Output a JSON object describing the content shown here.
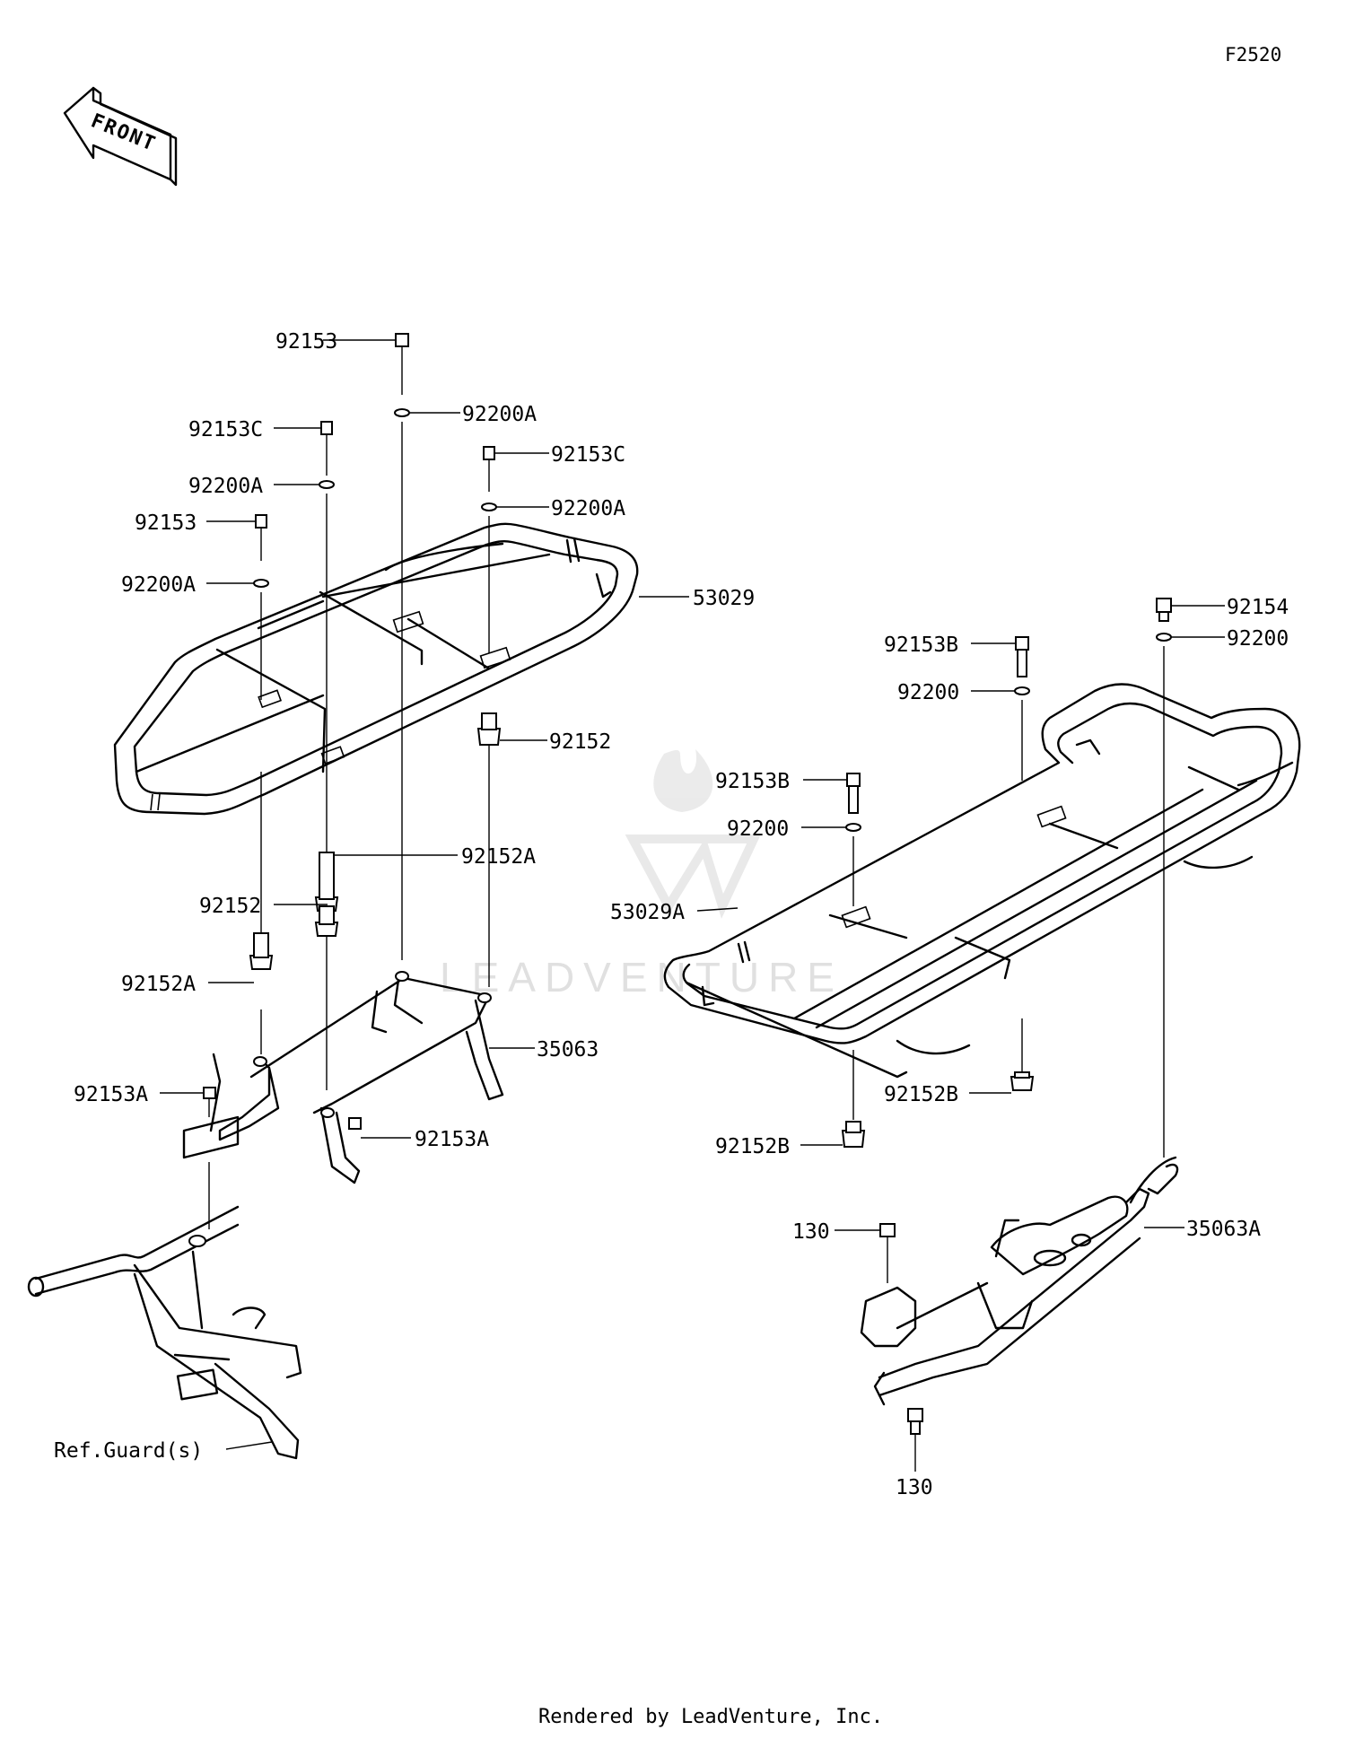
{
  "diagram_code": "F2520",
  "front_marker": "FRONT",
  "watermark": "LEADVENTURE",
  "footer": "Rendered by LeadVenture, Inc.",
  "labels": {
    "l_92153_top": "92153",
    "l_92200A_1": "92200A",
    "l_92153C_left": "92153C",
    "l_92153C_right": "92153C",
    "l_92200A_2": "92200A",
    "l_92200A_3": "92200A",
    "l_92153_mid": "92153",
    "l_92200A_4": "92200A",
    "l_53029": "53029",
    "l_92152_right": "92152",
    "l_92152A_mid": "92152A",
    "l_92152_left": "92152",
    "l_92152A_left": "92152A",
    "l_35063": "35063",
    "l_92153A_left": "92153A",
    "l_92153A_right": "92153A",
    "l_ref_guard": "Ref.Guard(s)",
    "l_92154": "92154",
    "l_92200_1": "92200",
    "l_92153B_1": "92153B",
    "l_92200_2": "92200",
    "l_92153B_2": "92153B",
    "l_92200_3": "92200",
    "l_53029A": "53029A",
    "l_92152B_1": "92152B",
    "l_92152B_2": "92152B",
    "l_130_1": "130",
    "l_35063A": "35063A",
    "l_130_2": "130"
  }
}
